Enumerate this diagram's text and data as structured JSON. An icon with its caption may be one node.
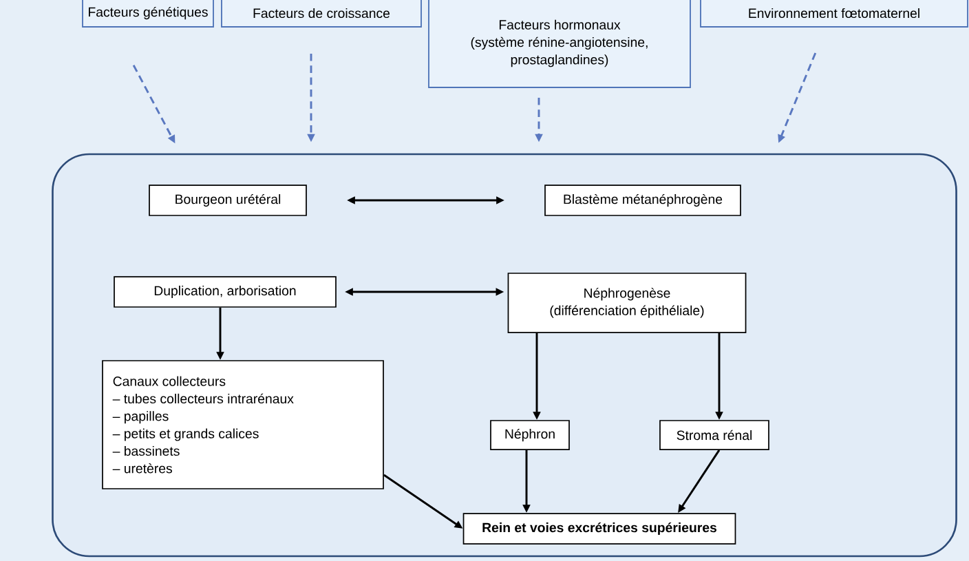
{
  "diagram": {
    "nodes": [
      {
        "text": [
          "Facteurs génétiques"
        ]
      },
      {
        "text": [
          "Facteurs de croissance"
        ]
      },
      {
        "text": [
          "Facteurs hormonaux",
          "(système rénine-angiotensine, prostaglandines)"
        ]
      },
      {
        "text": [
          "Environnement fœtomaternel"
        ]
      },
      {
        "text": [],
        "shape": "box"
      },
      {
        "text": [
          "Bourgeon urétéral"
        ],
        "in": 4
      },
      {
        "text": [
          "Blastème métanéphrogène"
        ],
        "in": 4
      },
      {
        "text": [
          "Duplication, arborisation"
        ],
        "in": 4
      },
      {
        "text": [
          "Néphrogenèse",
          "(différenciation épithéliale)"
        ],
        "in": 4
      },
      {
        "text": [
          "Canaux collecteurs",
          "– tubes collecteurs intrarénaux",
          "– papilles",
          "– petits et grands calices",
          "– bassinets",
          "– uretères"
        ],
        "in": 4
      },
      {
        "text": [
          "Néphron"
        ],
        "in": 4
      },
      {
        "text": [
          "Stroma rénal"
        ],
        "in": 4
      },
      {
        "text": [
          "Rein et voies excrétrices supérieures"
        ],
        "in": 4
      }
    ],
    "edges": [
      {
        "from": 0,
        "to": 4,
        "arrow": "to",
        "style": "dashed",
        "color": "#5a78c0"
      },
      {
        "from": 1,
        "to": 4,
        "arrow": "to",
        "style": "dashed",
        "color": "#5a78c0"
      },
      {
        "from": 2,
        "to": 4,
        "arrow": "to",
        "style": "dashed",
        "color": "#5a78c0"
      },
      {
        "from": 3,
        "to": 4,
        "arrow": "to",
        "style": "dashed",
        "color": "#5a78c0"
      },
      {
        "from": 5,
        "to": 6,
        "arrow": "both"
      },
      {
        "from": 7,
        "to": 8,
        "arrow": "both"
      },
      {
        "from": 7,
        "to": 9,
        "arrow": "to"
      },
      {
        "from": 8,
        "to": 10,
        "arrow": "to"
      },
      {
        "from": 8,
        "to": 11,
        "arrow": "to"
      },
      {
        "from": 10,
        "to": 12,
        "arrow": "to"
      },
      {
        "from": 11,
        "to": 12,
        "arrow": "to"
      },
      {
        "from": 9,
        "to": 12,
        "arrow": "to"
      }
    ]
  }
}
